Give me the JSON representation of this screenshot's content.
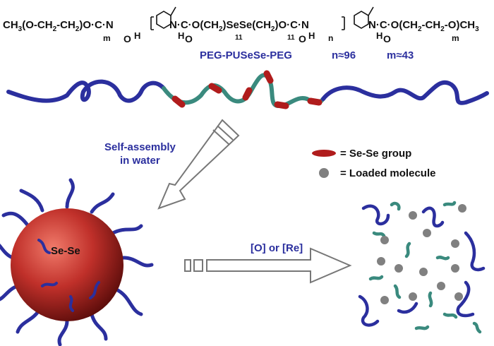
{
  "formula": {
    "p1": "CH",
    "s3a": "3",
    "p2": "(O-CH",
    "s2a": "2",
    "p3": "-CH",
    "s2b": "2",
    "p4": ")O·C·N",
    "p5": "N·C·O(CH",
    "s2c": "2",
    "p6": ")SeSe(CH",
    "s2d": "2",
    "p7": ")O·C·N",
    "p8": "N·C·O(CH",
    "s2e": "2",
    "p9": "-CH",
    "s2f": "2",
    "p10": "-O)CH",
    "s3b": "3",
    "m1": "m",
    "m2": "m",
    "n": "n",
    "eleven1": "11",
    "eleven2": "11",
    "O": "O",
    "H": "H"
  },
  "polymer_name": "PEG-PUSeSe-PEG",
  "n_value": "n≈96",
  "m_value": "m≈43",
  "self_assembly_line1": "Self-assembly",
  "self_assembly_line2": "in water",
  "legend": [
    {
      "label": "= Se-Se group",
      "color": "#b01c1c"
    },
    {
      "label": "= Loaded molecule",
      "color": "#808080"
    }
  ],
  "micelle_core_label": "Se-Se",
  "stimulus_label": "[O] or [Re]",
  "colors": {
    "peg": "#2b2f9e",
    "pu": "#3a8a7e",
    "sese": "#b01c1c",
    "text": "#2b2f9e",
    "core": "#c0302a"
  }
}
